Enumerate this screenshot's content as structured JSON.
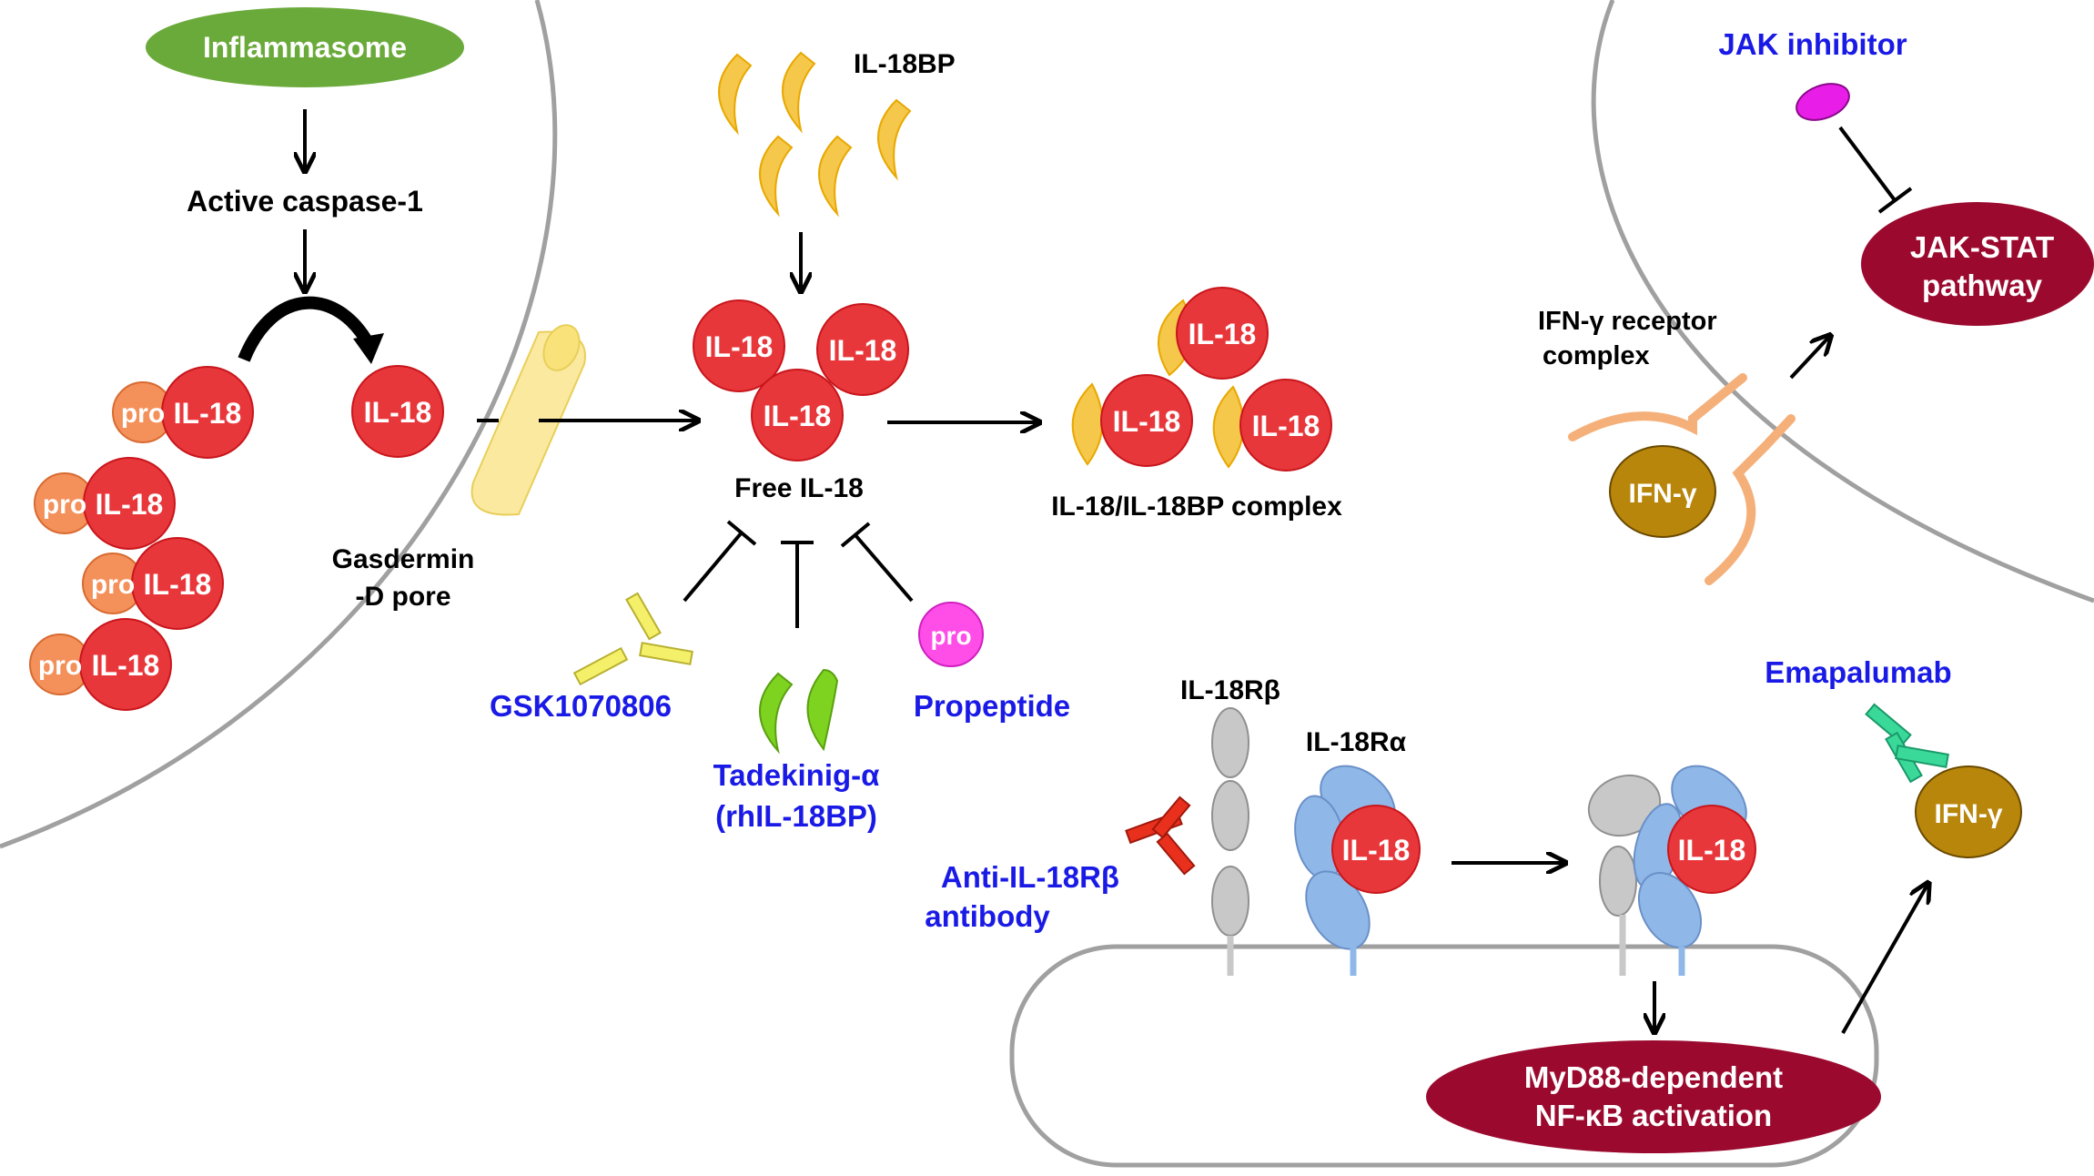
{
  "colors": {
    "il18": "#e8373b",
    "il18_stroke": "#c8161c",
    "pro": "#f4905a",
    "il18bp": "#f5c74a",
    "drug_text": "#1a1ae6",
    "pathway": "#9b0a2e",
    "ifng": "#b8860b",
    "membrane": "#a0a0a0",
    "inflammasome": "#6aaa3a",
    "propeptide": "#ff4ee8",
    "gsk": "#f5f06a",
    "tadekinig": "#7ed321",
    "anti_il18rb": "#e8301c",
    "emapalumab": "#3ad99a",
    "jak_inhibitor": "#e81ee8",
    "il18ra": "#8fb8e8",
    "il18rb": "#c8c8c8",
    "ifngr": "#f5b07a"
  },
  "labels": {
    "inflammasome": "Inflammasome",
    "active_caspase": "Active caspase-1",
    "pro": "pro",
    "il18": "IL-18",
    "gasdermin_line1": "Gasdermin",
    "gasdermin_line2": "-D pore",
    "il18bp": "IL-18BP",
    "free_il18": "Free IL-18",
    "complex": "IL-18/IL-18BP complex",
    "gsk": "GSK1070806",
    "tadekinig_line1": "Tadekinig-α",
    "tadekinig_line2": "(rhIL-18BP)",
    "propeptide": "Propeptide",
    "jak_inhibitor": "JAK inhibitor",
    "jak_stat_line1": "JAK-STAT",
    "jak_stat_line2": "pathway",
    "ifngr_line1": "IFN-γ receptor",
    "ifngr_line2": "complex",
    "ifng": "IFN-γ",
    "emapalumab": "Emapalumab",
    "il18rb": "IL-18Rβ",
    "il18ra": "IL-18Rα",
    "anti_il18rb_line1": "Anti-IL-18Rβ",
    "anti_il18rb_line2": "antibody",
    "myd88_line1": "MyD88-dependent",
    "myd88_line2": "NF-κB activation"
  }
}
